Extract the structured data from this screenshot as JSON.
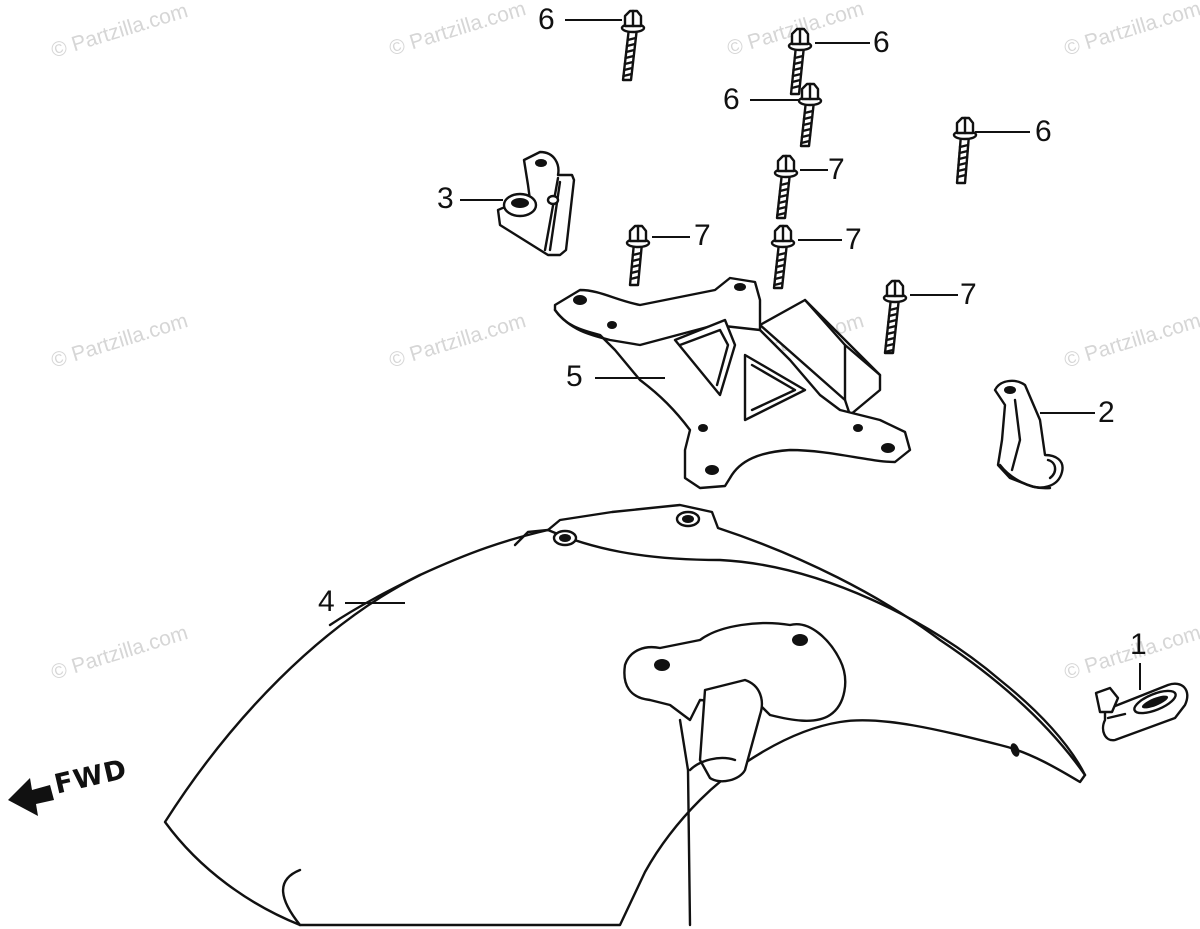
{
  "watermark": {
    "text": "© Partzilla.com"
  },
  "callouts": {
    "c1": "1",
    "c2": "2",
    "c3": "3",
    "c4": "4",
    "c5": "5",
    "c6a": "6",
    "c6b": "6",
    "c6c": "6",
    "c6d": "6",
    "c7a": "7",
    "c7b": "7",
    "c7c": "7",
    "c7d": "7"
  },
  "direction": {
    "label": "FWD",
    "icon": "arrow-left-icon"
  },
  "colors": {
    "line": "#111111",
    "watermark": "#d6d6d6",
    "background": "#ffffff"
  }
}
